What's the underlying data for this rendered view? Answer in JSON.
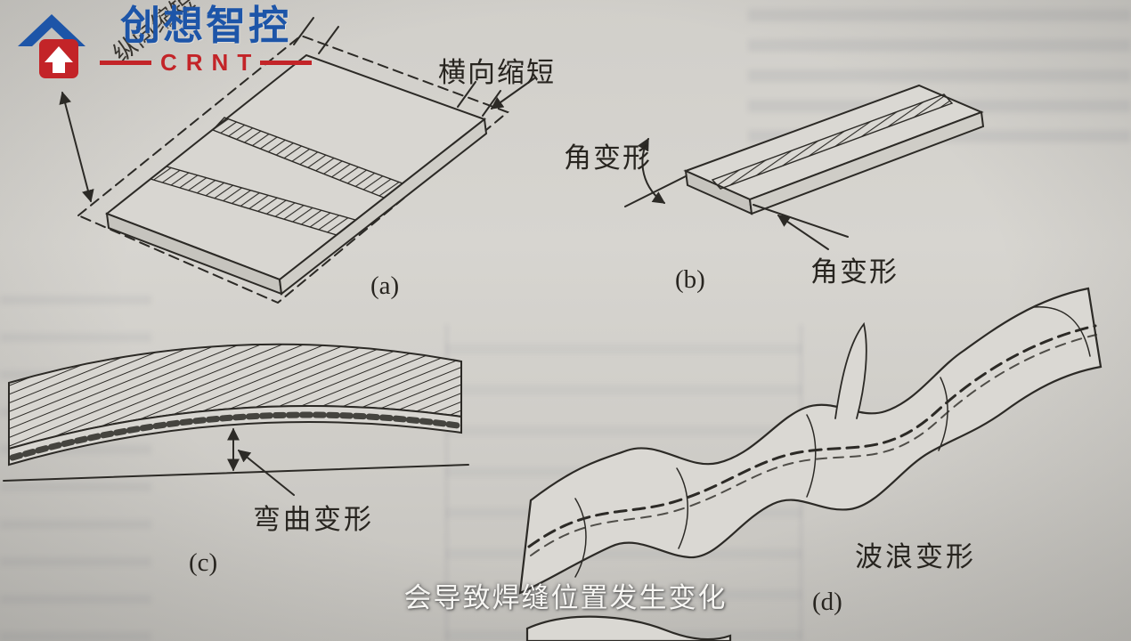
{
  "logo": {
    "name": "创想智控",
    "abbr": "CRNT",
    "blue": "#1d55a8",
    "red": "#c32428"
  },
  "caption": {
    "text": "会导致焊缝位置发生变化"
  },
  "figures": {
    "a": {
      "letter": "(a)",
      "transverse_label": "横向缩短",
      "longitudinal_label": "纵向缩短"
    },
    "b": {
      "letter": "(b)",
      "angular_label_1": "角变形",
      "angular_label_2": "角变形"
    },
    "c": {
      "letter": "(c)",
      "bending_label": "弯曲变形"
    },
    "d": {
      "letter": "(d)",
      "wave_label": "波浪变形"
    }
  }
}
